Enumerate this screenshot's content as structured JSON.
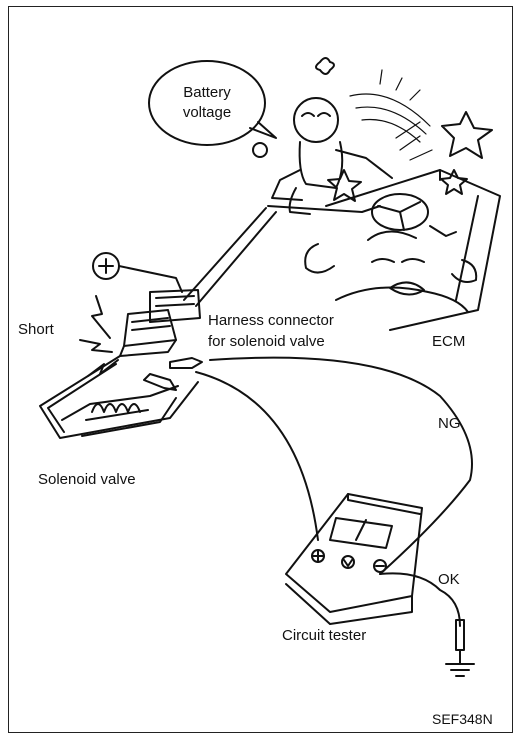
{
  "labels": {
    "battery_line1": "Battery",
    "battery_line2": "voltage",
    "short": "Short",
    "harness_line1": "Harness connector",
    "harness_line2": "for solenoid valve",
    "ecm": "ECM",
    "ng": "NG",
    "solenoid_valve": "Solenoid valve",
    "ok": "OK",
    "circuit_tester": "Circuit tester",
    "figure_id": "SEF348N"
  },
  "colors": {
    "ink": "#111111",
    "paper": "#ffffff"
  },
  "icons": [
    "plus-terminal-icon",
    "lightning-spark-icon",
    "ground-symbol-icon",
    "star-icon",
    "steering-wheel-icon"
  ]
}
